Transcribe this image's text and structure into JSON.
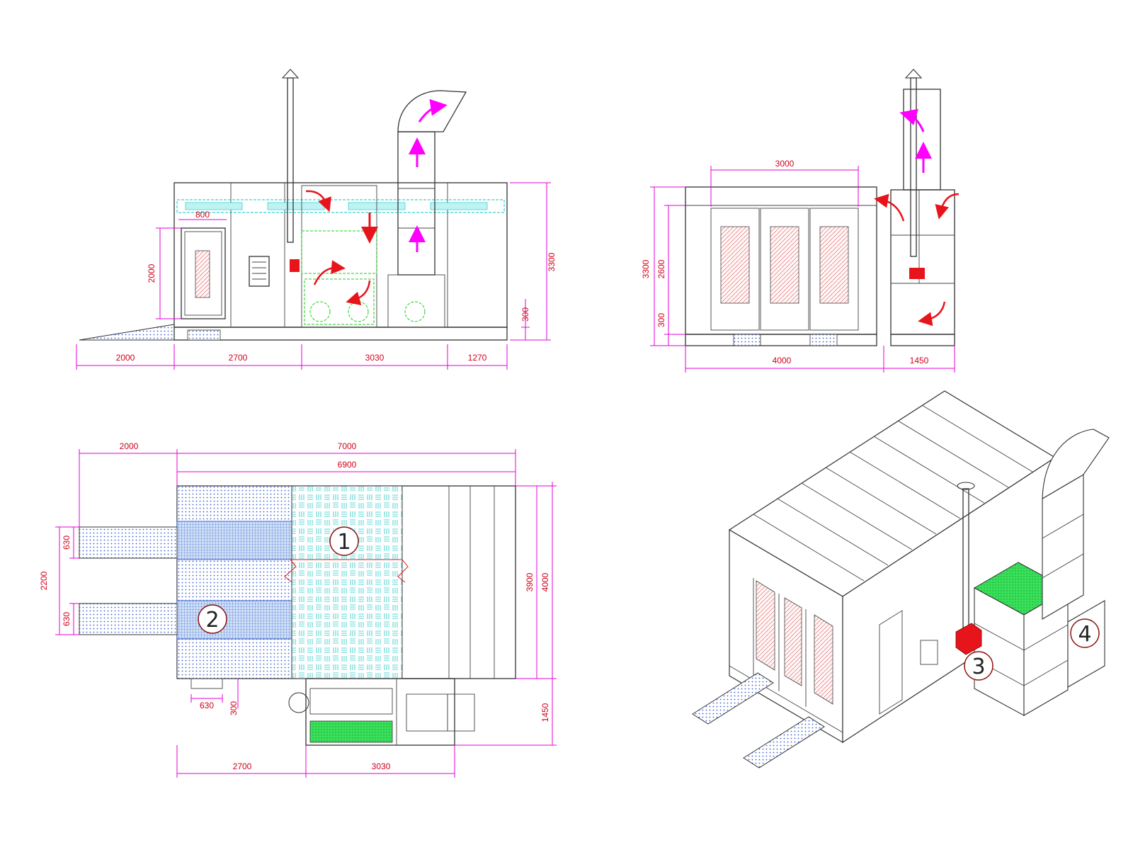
{
  "front_elevation": {
    "dimensions": {
      "d2000_height": "2000",
      "d800": "800",
      "d3300": "3300",
      "d300": "300",
      "d2000_bottom": "2000",
      "d2700": "2700",
      "d3030": "3030",
      "d1270": "1270"
    }
  },
  "side_elevation": {
    "dimensions": {
      "d3000": "3000",
      "d3300": "3300",
      "d2600": "2600",
      "d300": "300",
      "d4000": "4000",
      "d1450": "1450"
    }
  },
  "plan_view": {
    "dimensions": {
      "d2000": "2000",
      "d7000": "7000",
      "d6900": "6900",
      "d630_top": "630",
      "d2200": "2200",
      "d630_bottom": "630",
      "d3900": "3900",
      "d4000": "4000",
      "d630_small": "630",
      "d300": "300",
      "d1450": "1450",
      "d2700": "2700",
      "d3030": "3030"
    },
    "callouts": [
      "1",
      "2"
    ]
  },
  "isometric_view": {
    "callouts": [
      "3",
      "4"
    ]
  },
  "colors": {
    "dimension_lines": "#e000d8",
    "dimension_text": "#d0021b",
    "airflow_magenta": "#ff00ff",
    "airflow_red": "#e8141c",
    "filter_green": "#22dd44",
    "duct_cyan": "#00c8c8",
    "grating_blue": "#3a5fcd",
    "burner_red": "#e8141c"
  }
}
